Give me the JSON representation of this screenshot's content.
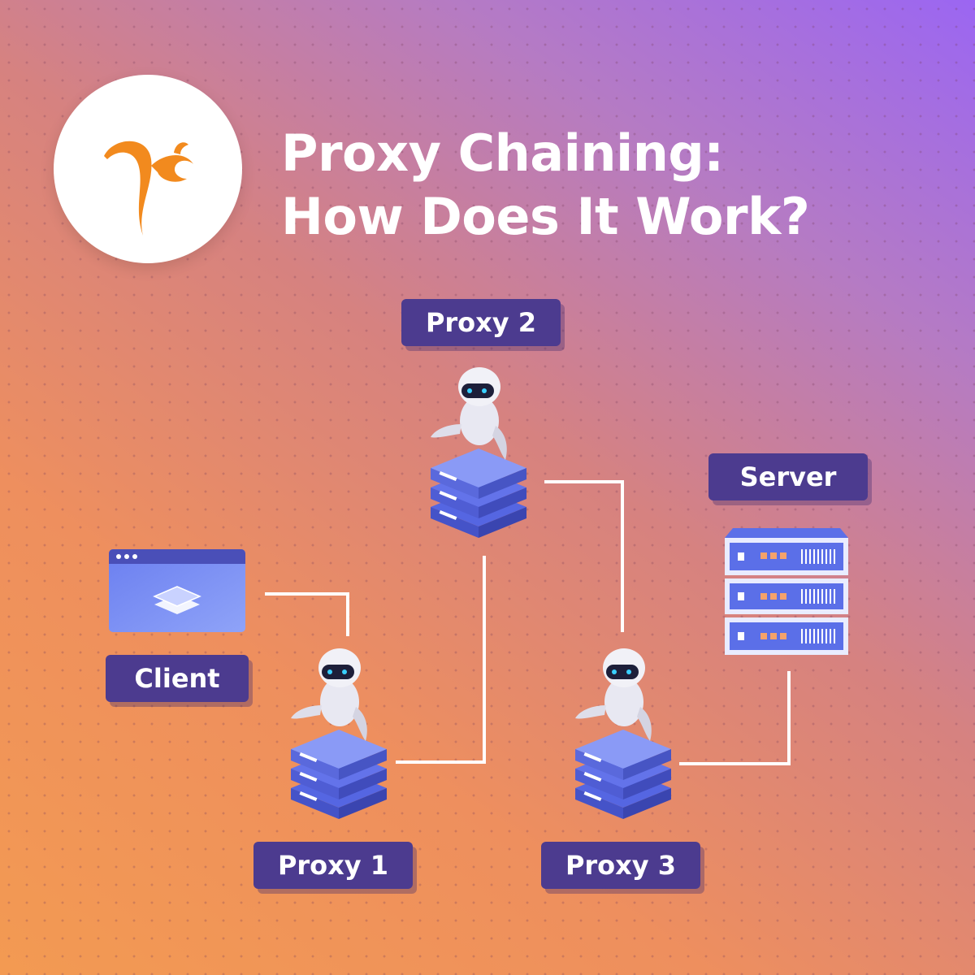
{
  "title": {
    "line1": "Proxy Chaining:",
    "line2": "How Does It Work?"
  },
  "logo": {
    "icon": "squirrel-logo-icon",
    "color": "#f28a1e"
  },
  "nodes": {
    "client": {
      "label": "Client",
      "icon": "browser-window-icon"
    },
    "proxy1": {
      "label": "Proxy 1",
      "icon": "robot-server-icon"
    },
    "proxy2": {
      "label": "Proxy 2",
      "icon": "robot-server-icon"
    },
    "proxy3": {
      "label": "Proxy 3",
      "icon": "robot-server-icon"
    },
    "server": {
      "label": "Server",
      "icon": "server-rack-icon"
    }
  },
  "connections": [
    {
      "from": "client",
      "to": "proxy1"
    },
    {
      "from": "proxy1",
      "to": "proxy2"
    },
    {
      "from": "proxy2",
      "to": "proxy3"
    },
    {
      "from": "proxy3",
      "to": "server"
    }
  ],
  "colors": {
    "label_bg": "#4c3b8f",
    "server_blue": "#5b6fe8",
    "connector": "#ffffff"
  }
}
